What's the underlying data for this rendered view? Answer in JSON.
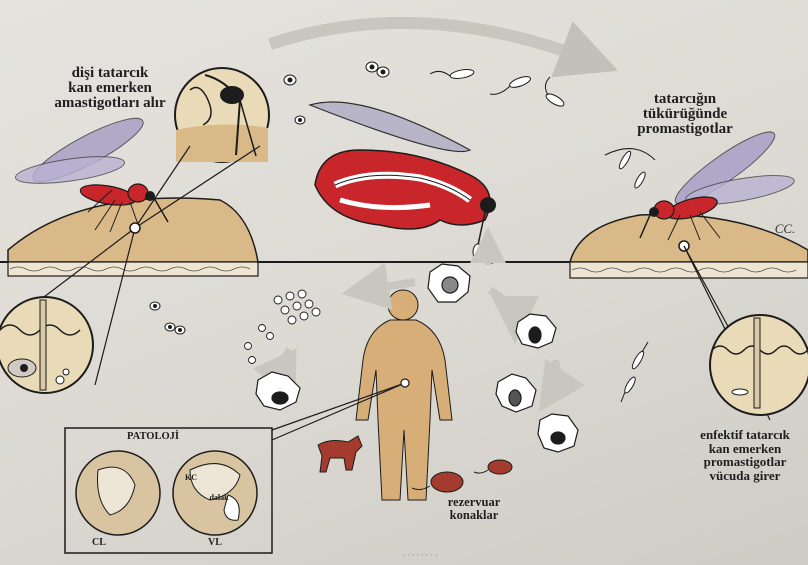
{
  "labels": {
    "female_feeding": "dişi tatarcık\nkan emerken\namastigotları alır",
    "saliva_promastigotes": "tatarcığın\ntükürüğünde\npromastigotlar",
    "infective_feeding": "enfektif tatarcık\nkan emerken\npromastigotlar\nvücuda girer",
    "reservoir_hosts": "rezervuar\nkonaklar",
    "pathology_title": "PATOLOJİ",
    "cl": "CL",
    "vl": "VL",
    "kc": "KC",
    "dalak": "dalak",
    "signature": "CC.",
    "bottom_caption": "· · · ·  · · · ·"
  },
  "colors": {
    "sandfly_body": "#c8262a",
    "sandfly_wing": "#a9a0c6",
    "skin": "#d9b987",
    "human": "#d7ae78",
    "dog": "#a33b2e",
    "cycle_arrow": "#c9c6c0",
    "outline": "#1c1c1c"
  },
  "icons": {
    "left_sandfly": "sandfly-feeding-icon",
    "right_sandfly": "infected-sandfly-icon",
    "center_sandfly": "sandfly-anatomy-icon",
    "human": "human-figure-icon",
    "dog": "dog-reservoir-icon",
    "rodents": "rodent-reservoir-icon"
  }
}
